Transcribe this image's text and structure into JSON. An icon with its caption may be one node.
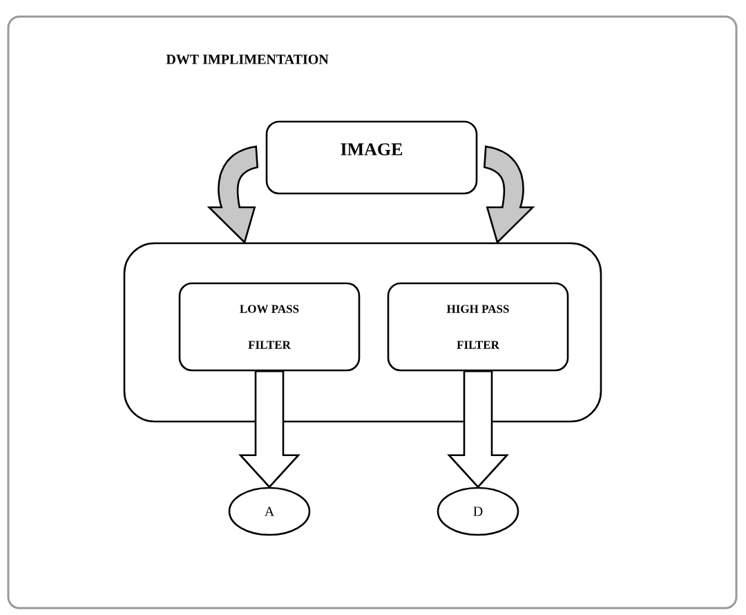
{
  "diagram": {
    "title": "DWT IMPLIMENTATION",
    "nodes": [
      {
        "text": [
          "IMAGE"
        ]
      },
      {
        "text": [],
        "shape": "box"
      },
      {
        "text": [
          "LOW PASS FILTER"
        ],
        "in": 1
      },
      {
        "text": [
          "HIGH PASS FILTER"
        ],
        "in": 1
      },
      {
        "text": [
          "A"
        ]
      },
      {
        "text": [
          "D"
        ]
      }
    ],
    "edges": [
      {
        "from": 0,
        "to": 1,
        "arrow": "to"
      },
      {
        "from": 0,
        "to": 1,
        "arrow": "to"
      },
      {
        "from": 2,
        "to": 4,
        "arrow": "to"
      },
      {
        "from": 3,
        "to": 5,
        "arrow": "to"
      }
    ]
  }
}
